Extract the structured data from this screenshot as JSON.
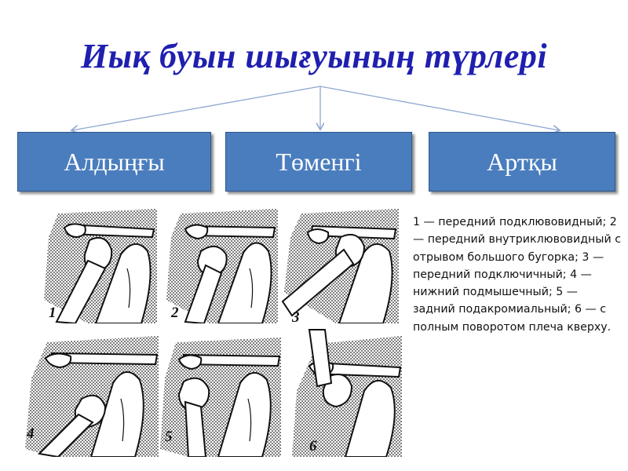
{
  "title": "Иық буын шығуының түрлері",
  "categories": [
    {
      "label": "Алдыңғы"
    },
    {
      "label": "Төменгі"
    },
    {
      "label": "Артқы"
    }
  ],
  "figures": [
    {
      "number": "1"
    },
    {
      "number": "2"
    },
    {
      "number": "3"
    },
    {
      "number": "4"
    },
    {
      "number": "5"
    },
    {
      "number": "6"
    }
  ],
  "legend": "1 — передний подклювовидный; 2— передний внутриклювовидный с отрывом большого бугорка; 3 — передний подключичный; 4 — нижний подмышечный; 5 — задний подакромиальный; 6 — с полным поворотом плеча кверху.",
  "colors": {
    "title": "#1f1fb0",
    "box_fill": "#4a7dbd",
    "box_text": "#ffffff",
    "connector": "#8ea7d0"
  }
}
